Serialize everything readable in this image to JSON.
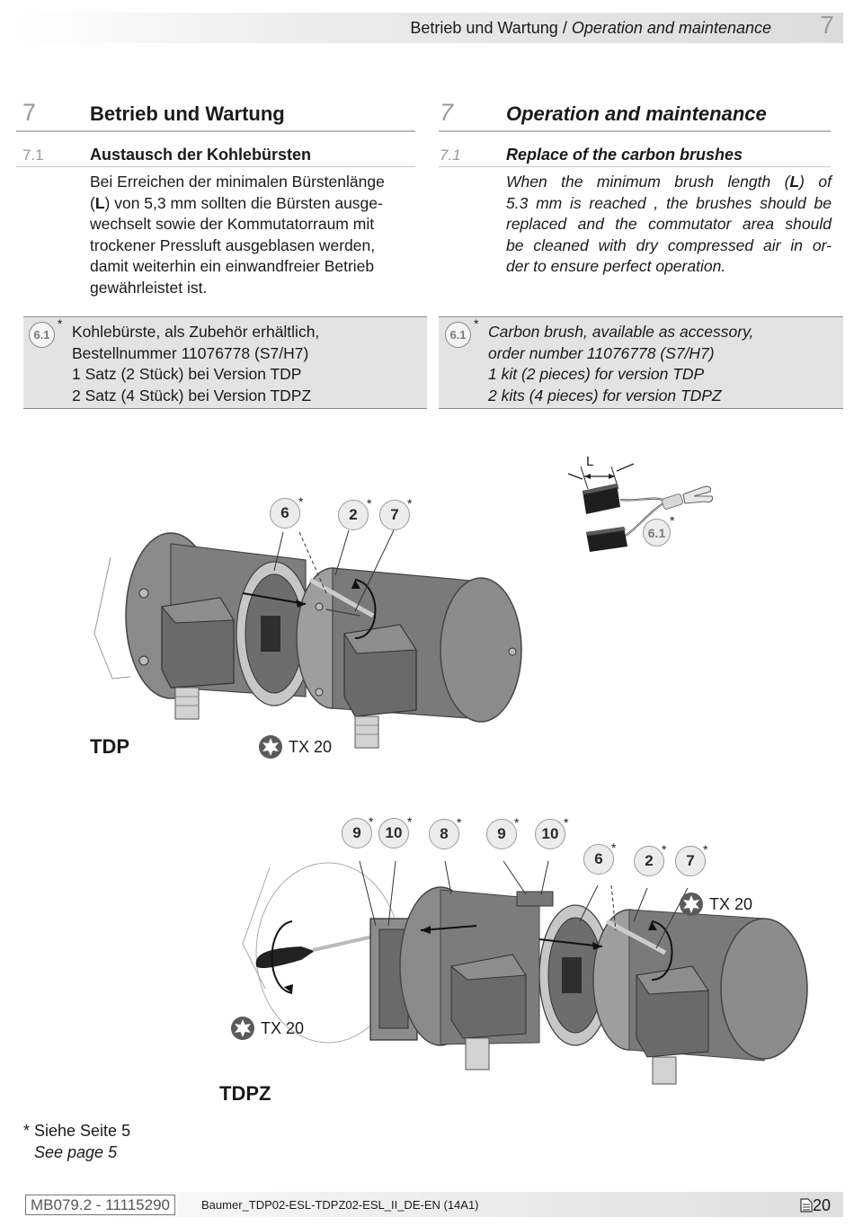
{
  "header": {
    "title_de": "Betrieb und Wartung",
    "title_sep": " / ",
    "title_en": "Operation and maintenance",
    "chapter": "7"
  },
  "de": {
    "section_num": "7",
    "section_title": "Betrieb und Wartung",
    "sub_num": "7.1",
    "sub_title": "Austausch der Kohlebürsten",
    "paragraph": [
      "Bei Erreichen der minimalen Bürstenlänge",
      "(L) von 5,3 mm sollten die Bürsten ausge-",
      "wechselt sowie der Kommutatorraum mit",
      "trockener Pressluft ausgeblasen werden,",
      "damit weiterhin ein einwandfreier Betrieb",
      "gewährleistet ist."
    ],
    "note": {
      "badge": "6.1",
      "star": "*",
      "lines": [
        "Kohlebürste, als Zubehör erhältlich,",
        "Bestellnummer 11076778 (S7/H7)",
        "1 Satz (2 Stück) bei Version TDP",
        "2 Satz (4 Stück) bei Version TDPZ"
      ]
    }
  },
  "en": {
    "section_num": "7",
    "section_title": "Operation and maintenance",
    "sub_num": "7.1",
    "sub_title": "Replace of the carbon brushes",
    "paragraph": [
      "When the minimum brush length (L) of",
      "5.3 mm is reached , the brushes should be",
      "replaced and the commutator area should",
      "be cleaned with dry compressed air in or-",
      "der to ensure perfect operation."
    ],
    "note": {
      "badge": "6.1",
      "star": "*",
      "lines": [
        "Carbon brush, available as accessory,",
        "order number 11076778 (S7/H7)",
        "1 kit (2 pieces) for version TDP",
        "2 kits (4 pieces) for version TDPZ"
      ]
    }
  },
  "figure_brush": {
    "dimension_label": "L",
    "callout": "6.1",
    "star": "*"
  },
  "figure_tdp": {
    "label": "TDP",
    "tool": "TX 20",
    "callouts": [
      "6",
      "2",
      "7"
    ],
    "star": "*"
  },
  "figure_tdpz": {
    "label": "TDPZ",
    "tool_right": "TX 20",
    "tool_left": "TX 20",
    "callouts": [
      "9",
      "10",
      "8",
      "9",
      "10",
      "6",
      "2",
      "7"
    ],
    "star": "*"
  },
  "footnote": {
    "de": "* Siehe Seite 5",
    "en": "See page 5"
  },
  "footer": {
    "doc_number": "MB079.2 - 11115290",
    "file_name": "Baumer_TDP02-ESL-TDPZ02-ESL_II_DE-EN (14A1)",
    "page": "20"
  }
}
